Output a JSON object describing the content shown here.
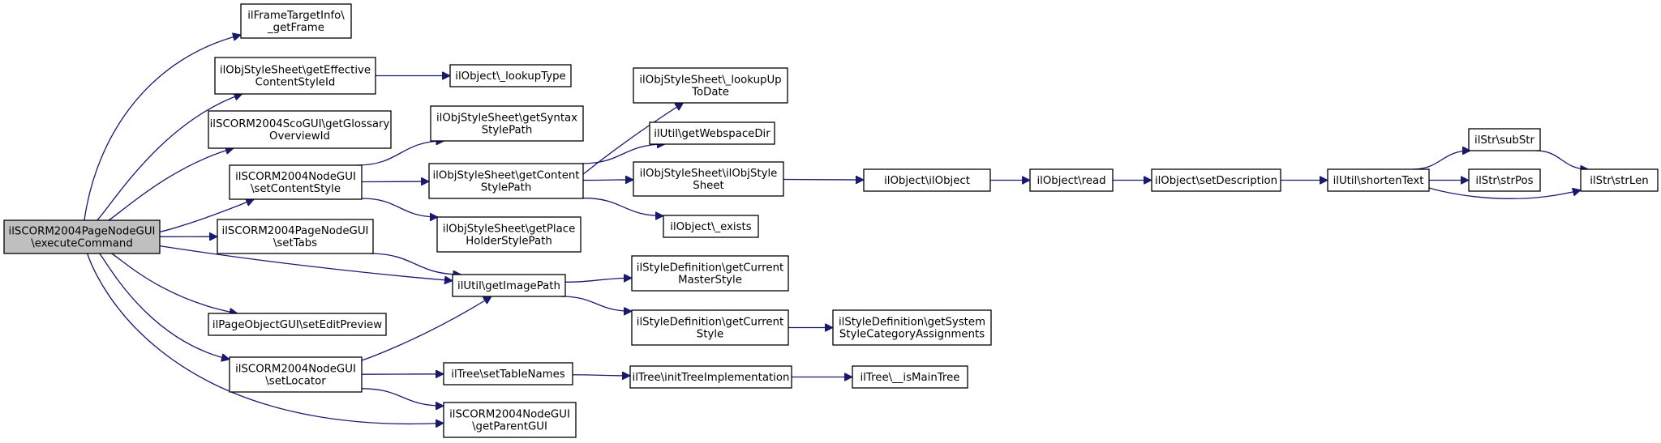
{
  "graph": {
    "title": "",
    "nodes": [
      {
        "id": "root",
        "lines": [
          "ilSCORM2004PageNodeGUI",
          "\\executeCommand"
        ],
        "highlighted": true
      },
      {
        "id": "n1",
        "lines": [
          "ilFrameTargetInfo\\",
          "_getFrame"
        ]
      },
      {
        "id": "n2",
        "lines": [
          "ilObjStyleSheet\\getEffective",
          "ContentStyleId"
        ]
      },
      {
        "id": "n3",
        "lines": [
          "ilObject\\_lookupType"
        ]
      },
      {
        "id": "n4",
        "lines": [
          "ilSCORM2004ScoGUI\\getGlossary",
          "OverviewId"
        ]
      },
      {
        "id": "n5",
        "lines": [
          "ilSCORM2004NodeGUI",
          "\\setContentStyle"
        ]
      },
      {
        "id": "n6",
        "lines": [
          "ilObjStyleSheet\\getSyntax",
          "StylePath"
        ]
      },
      {
        "id": "n7",
        "lines": [
          "ilObjStyleSheet\\getContent",
          "StylePath"
        ]
      },
      {
        "id": "n8",
        "lines": [
          "ilObjStyleSheet\\_lookupUp",
          "ToDate"
        ]
      },
      {
        "id": "n9",
        "lines": [
          "ilUtil\\getWebspaceDir"
        ]
      },
      {
        "id": "n10",
        "lines": [
          "ilObjStyleSheet\\ilObjStyle",
          "Sheet"
        ]
      },
      {
        "id": "n11",
        "lines": [
          "ilObject\\_exists"
        ]
      },
      {
        "id": "n12",
        "lines": [
          "ilObjStyleSheet\\getPlace",
          "HolderStylePath"
        ]
      },
      {
        "id": "n13",
        "lines": [
          "ilObject\\ilObject"
        ]
      },
      {
        "id": "n14",
        "lines": [
          "ilObject\\read"
        ]
      },
      {
        "id": "n15",
        "lines": [
          "ilObject\\setDescription"
        ]
      },
      {
        "id": "n16",
        "lines": [
          "ilUtil\\shortenText"
        ]
      },
      {
        "id": "n17",
        "lines": [
          "ilStr\\subStr"
        ]
      },
      {
        "id": "n18",
        "lines": [
          "ilStr\\strPos"
        ]
      },
      {
        "id": "n19",
        "lines": [
          "ilStr\\strLen"
        ]
      },
      {
        "id": "n20",
        "lines": [
          "ilSCORM2004PageNodeGUI",
          "\\setTabs"
        ]
      },
      {
        "id": "n21",
        "lines": [
          "ilUtil\\getImagePath"
        ]
      },
      {
        "id": "n22",
        "lines": [
          "ilStyleDefinition\\getCurrent",
          "MasterStyle"
        ]
      },
      {
        "id": "n23",
        "lines": [
          "ilStyleDefinition\\getCurrent",
          "Style"
        ]
      },
      {
        "id": "n24",
        "lines": [
          "ilStyleDefinition\\getSystem",
          "StyleCategoryAssignments"
        ]
      },
      {
        "id": "n25",
        "lines": [
          "ilPageObjectGUI\\setEditPreview"
        ]
      },
      {
        "id": "n26",
        "lines": [
          "ilSCORM2004NodeGUI",
          "\\setLocator"
        ]
      },
      {
        "id": "n27",
        "lines": [
          "ilTree\\setTableNames"
        ]
      },
      {
        "id": "n28",
        "lines": [
          "ilTree\\initTreeImplementation"
        ]
      },
      {
        "id": "n29",
        "lines": [
          "ilTree\\__isMainTree"
        ]
      },
      {
        "id": "n30",
        "lines": [
          "ilSCORM2004NodeGUI",
          "\\getParentGUI"
        ]
      }
    ],
    "edges": [
      [
        "root",
        "n1"
      ],
      [
        "root",
        "n2"
      ],
      [
        "root",
        "n4"
      ],
      [
        "root",
        "n5"
      ],
      [
        "root",
        "n20"
      ],
      [
        "root",
        "n21"
      ],
      [
        "root",
        "n25"
      ],
      [
        "root",
        "n26"
      ],
      [
        "root",
        "n30"
      ],
      [
        "n2",
        "n3"
      ],
      [
        "n5",
        "n6"
      ],
      [
        "n5",
        "n7"
      ],
      [
        "n5",
        "n12"
      ],
      [
        "n7",
        "n8"
      ],
      [
        "n7",
        "n9"
      ],
      [
        "n7",
        "n10"
      ],
      [
        "n7",
        "n11"
      ],
      [
        "n10",
        "n13"
      ],
      [
        "n13",
        "n14"
      ],
      [
        "n14",
        "n15"
      ],
      [
        "n15",
        "n16"
      ],
      [
        "n16",
        "n17"
      ],
      [
        "n16",
        "n18"
      ],
      [
        "n16",
        "n19"
      ],
      [
        "n17",
        "n19"
      ],
      [
        "n20",
        "n21"
      ],
      [
        "n21",
        "n22"
      ],
      [
        "n21",
        "n23"
      ],
      [
        "n23",
        "n24"
      ],
      [
        "n26",
        "n21"
      ],
      [
        "n26",
        "n27"
      ],
      [
        "n26",
        "n30"
      ],
      [
        "n27",
        "n28"
      ],
      [
        "n28",
        "n29"
      ]
    ]
  }
}
